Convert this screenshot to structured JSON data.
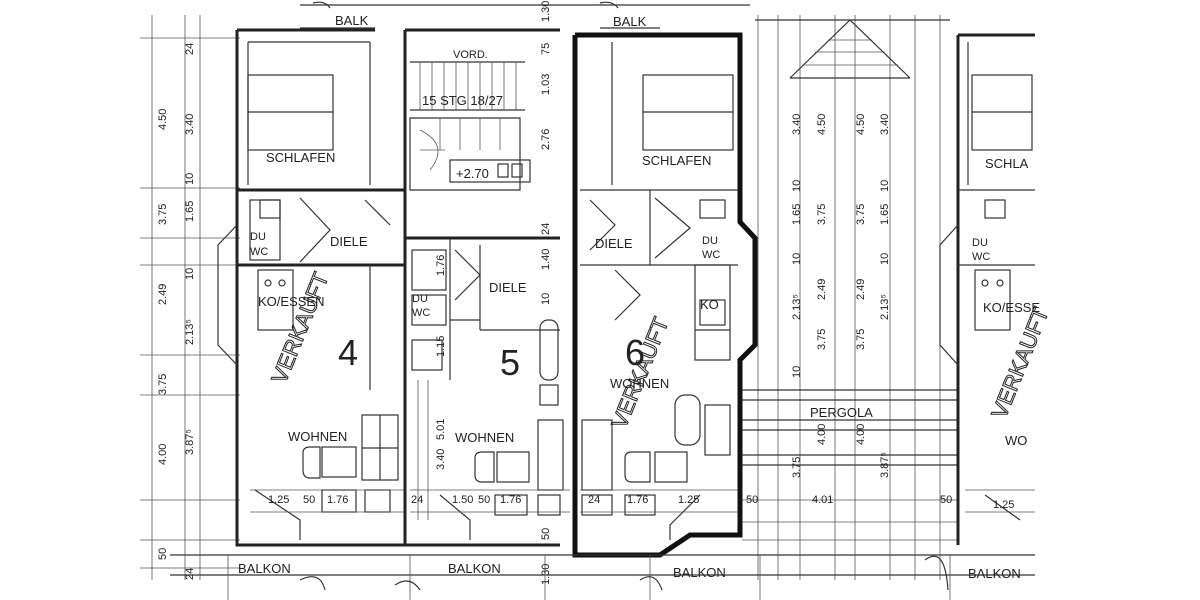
{
  "labels": {
    "balk_left": "BALK",
    "balk_mid": "BALK",
    "vord": "VORD.",
    "stair": "15 STG 18/27",
    "level": "+2.70",
    "schlafen_left": "SCHLAFEN",
    "schlafen_mid": "SCHLAFEN",
    "schlafen_right": "SCHLA",
    "du_wc_1a": "DU",
    "du_wc_1b": "WC",
    "du_wc_2a": "DU",
    "du_wc_2b": "WC",
    "du_wc_3a": "DU",
    "du_wc_3b": "WC",
    "du_wc_4a": "DU",
    "du_wc_4b": "WC",
    "diele_1": "DIELE",
    "diele_2": "DIELE",
    "diele_3": "DIELE",
    "ko_essen_left": "KO/ESSEN",
    "ko_essen_right": "KO/ESSE",
    "ko": "KO",
    "wohnen_1": "WOHNEN",
    "wohnen_2": "WOHNEN",
    "wohnen_3": "WOHNEN",
    "wohnen_4": "WO",
    "pergola": "PERGOLA",
    "balkon_1": "BALKON",
    "balkon_2": "BALKON",
    "balkon_3": "BALKON",
    "balkon_4": "BALKON",
    "unit_4": "4",
    "unit_5": "5",
    "unit_6": "6",
    "stamp_1": "VERKAUFT",
    "stamp_2": "VERKAUFT",
    "stamp_3": "VERKAUFT"
  },
  "dimensions": {
    "left_outer": [
      "4.50",
      "3.75",
      "2.49",
      "3.75",
      "4.00",
      "50"
    ],
    "left_inner": [
      "24",
      "3.40",
      "10",
      "1.65",
      "10",
      "2.13⁵",
      "3.87⁵",
      "24"
    ],
    "stair_col": [
      "1.30",
      "75",
      "1.03",
      "2.76",
      "24",
      "1.40",
      "10",
      "50",
      "1.30"
    ],
    "pergola_col_a": [
      "3.40",
      "10",
      "1.65",
      "10",
      "2.13⁵",
      "10",
      "3.75"
    ],
    "pergola_col_b": [
      "4.50",
      "3.75",
      "2.49",
      "3.75",
      "4.00"
    ],
    "pergola_col_c": [
      "4.50",
      "3.75",
      "2.49",
      "3.75",
      "4.00"
    ],
    "pergola_col_d": [
      "3.40",
      "10",
      "1.65",
      "10",
      "2.13⁵",
      "3.87⁵"
    ],
    "unit5_inner": [
      "1.76",
      "1.15",
      "3.40",
      "5.01"
    ],
    "unit4_bottom": [
      "1.25",
      "50",
      "1.76",
      "24"
    ],
    "unit5_bottom": [
      "1.50",
      "50",
      "1.76"
    ],
    "unit6_bottom": [
      "24",
      "1.76",
      "1.25",
      "50",
      "4.01",
      "50"
    ],
    "right_bottom": [
      "1.25"
    ]
  }
}
